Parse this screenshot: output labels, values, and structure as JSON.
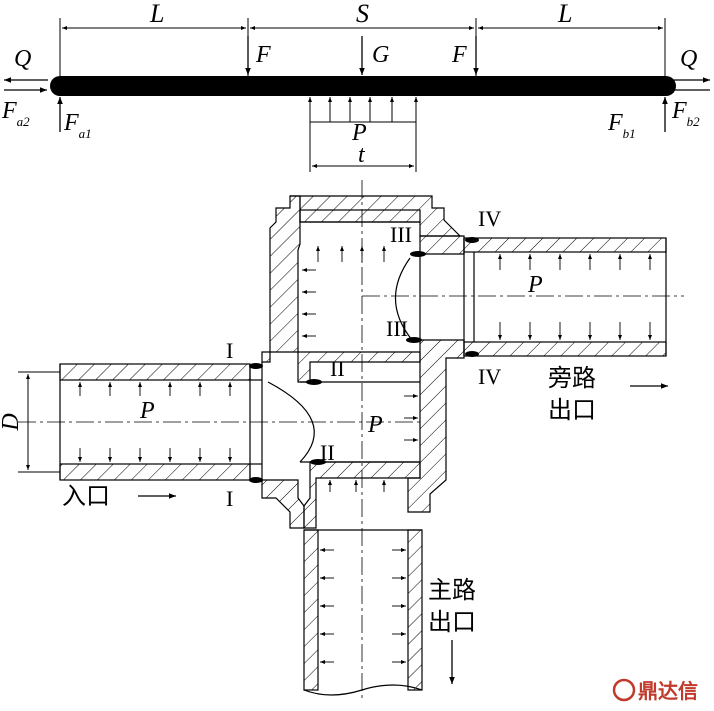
{
  "beam": {
    "dim_left": "L",
    "dim_mid": "S",
    "dim_right": "L",
    "force_left": "F",
    "force_center": "G",
    "force_right": "F",
    "axial_left": "Q",
    "axial_right": "Q",
    "react_a2": "F",
    "react_a2_sub": "a2",
    "react_a1": "F",
    "react_a1_sub": "a1",
    "react_b1": "F",
    "react_b1_sub": "b1",
    "react_b2": "F",
    "react_b2_sub": "b2",
    "pressure": "P",
    "width": "t"
  },
  "valve": {
    "pressure_right": "P",
    "pressure_left": "P",
    "pressure_center": "P",
    "diameter": "D",
    "sec_1_top": "I",
    "sec_1_bottom": "I",
    "sec_2_top": "II",
    "sec_2_bottom": "II",
    "sec_3_top": "III",
    "sec_3_bottom": "III",
    "sec_4_top": "IV",
    "sec_4_bottom": "IV",
    "inlet": "入口",
    "bypass_line1": "旁路",
    "bypass_line2": "出口",
    "main_line1": "主路",
    "main_line2": "出口"
  },
  "watermark": {
    "text": "鼎达信",
    "color": "#c0392b"
  }
}
